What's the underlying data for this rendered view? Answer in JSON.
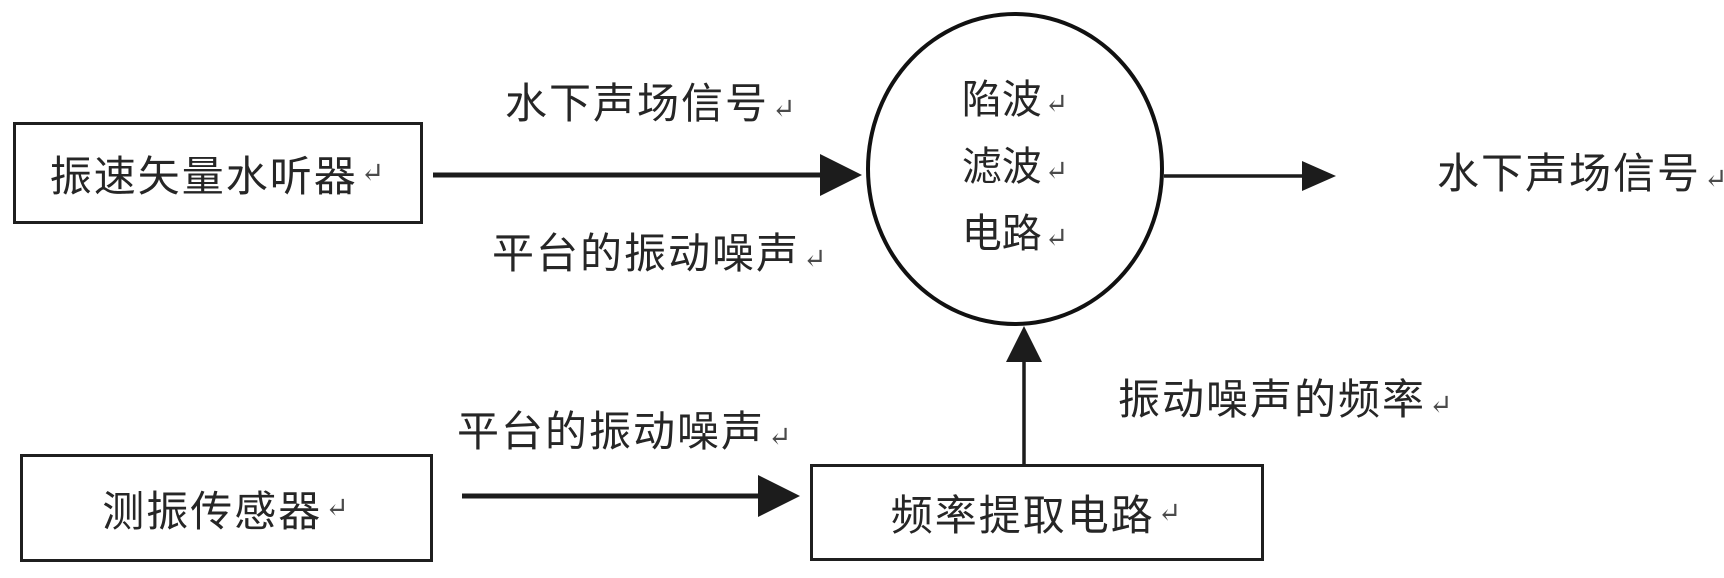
{
  "diagram": {
    "title_semantic": "notch-filter signal flow diagram",
    "return_mark": "↵",
    "nodes": {
      "hydrophone": {
        "label": "振速矢量水听器"
      },
      "vibration_sensor": {
        "label": "测振传感器"
      },
      "frequency_extraction": {
        "label": "频率提取电路"
      },
      "notch_filter": {
        "line1": "陷波",
        "line2": "滤波",
        "line3": "电路"
      }
    },
    "edge_labels": {
      "underwater_signal_in": "水下声场信号",
      "platform_noise_top": "平台的振动噪声",
      "platform_noise_bottom": "平台的振动噪声",
      "vibration_noise_frequency": "振动噪声的频率",
      "underwater_signal_out": "水下声场信号"
    },
    "colors": {
      "line": "#1c1c1c",
      "text": "#262626",
      "background": "#ffffff",
      "return_mark": "#4a4a4a"
    }
  }
}
